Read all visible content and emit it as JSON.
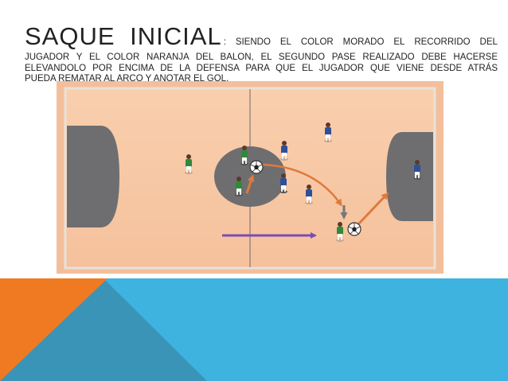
{
  "slide": {
    "title": "SAQUE INICIAL",
    "description_lines": [
      ": SIENDO EL COLOR MORADO EL RECORRIDO DEL",
      "JUGADOR Y EL COLOR NARANJA DEL BALON, EL SEGUNDO PASE REALIZADO DEBE HACERSE",
      "ELEVANDOLO POR ENCIMA DE LA DEFENSA PARA QUE EL JUGADOR QUE VIENE DESDE ATRÁS",
      "PUEDA REMATAR AL ARCO Y ANOTAR EL GOL."
    ]
  },
  "colors": {
    "court": "#f7c7a4",
    "court_border": "#a77f6a",
    "area": "#6e6e70",
    "player_route": "#7c4ab6",
    "ball_route": "#e07a3c",
    "green_team": "#2f8a3a",
    "blue_team": "#2f4f99",
    "footer_blue": "#3fb3e0",
    "footer_orange": "#f07a22",
    "footer_teal": "#3a94b8"
  },
  "icons": {
    "ball": "soccer-ball-icon",
    "player": "player-figure-icon"
  }
}
